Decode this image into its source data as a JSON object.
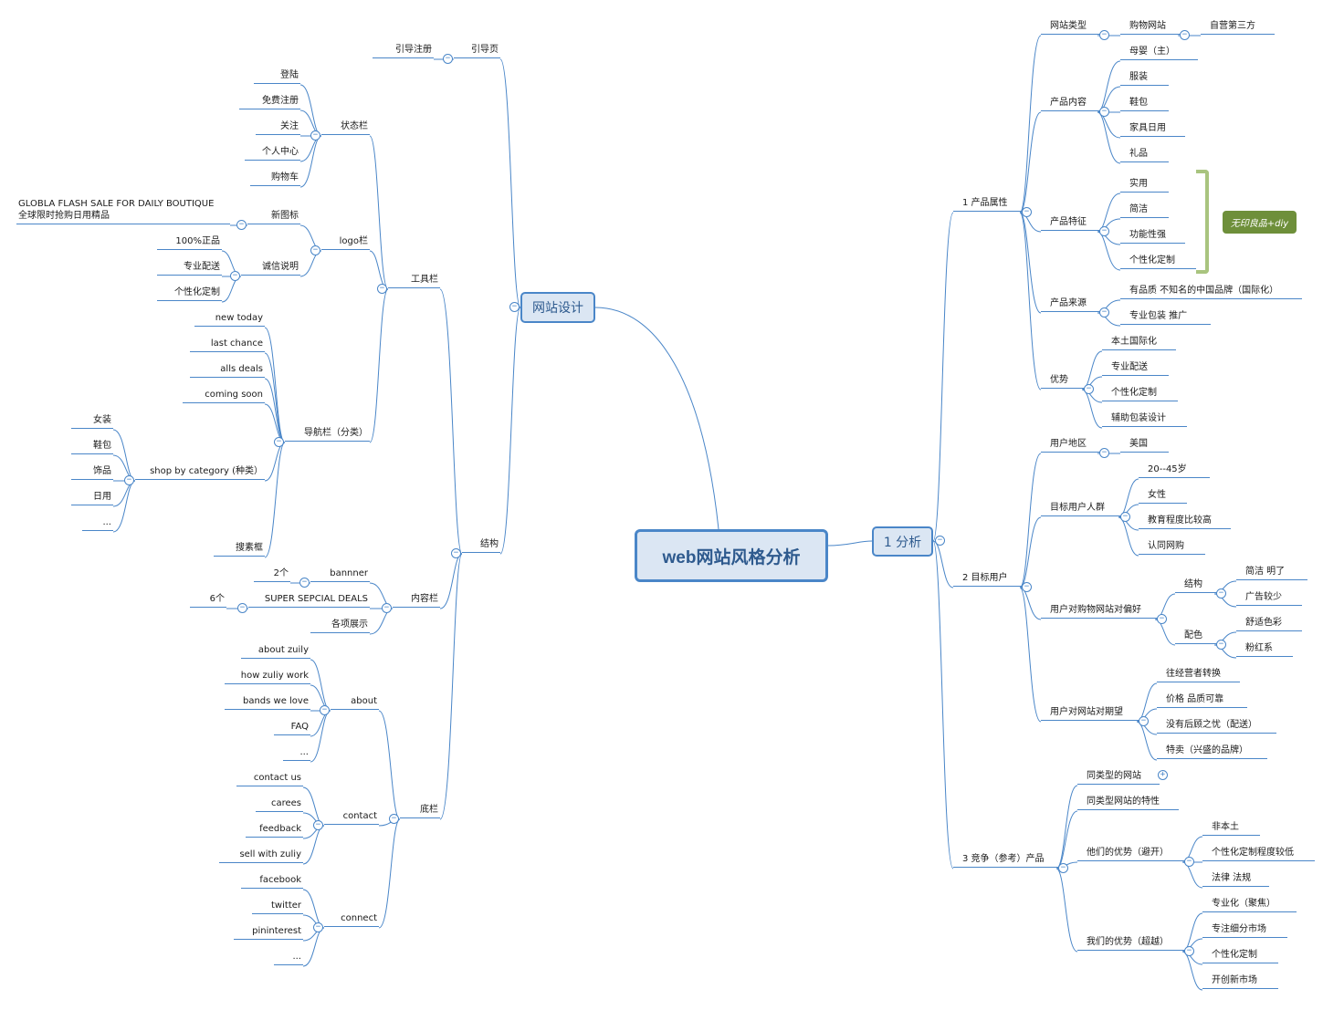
{
  "root": {
    "label": "web网站风格分析"
  },
  "topics": {
    "design": "网站设计",
    "analysis": "1 分析"
  },
  "callout": "无印良品+diy",
  "colors": {
    "line": "#4a86c8",
    "topic_fill": "#dbe6f3",
    "callout_fill": "#6e8f3a",
    "brace": "#a9c47f"
  },
  "icons": {
    "collapse": "minus-circle-icon",
    "expand": "plus-circle-icon"
  },
  "nodes": [
    {
      "id": "guide-page",
      "label": "引导页"
    },
    {
      "id": "guide-register",
      "label": "引导注册"
    },
    {
      "id": "structure",
      "label": "结构"
    },
    {
      "id": "toolbar",
      "label": "工具栏"
    },
    {
      "id": "statusbar",
      "label": "状态栏"
    },
    {
      "id": "login",
      "label": "登陆"
    },
    {
      "id": "free-register",
      "label": "免费注册"
    },
    {
      "id": "follow",
      "label": "关注"
    },
    {
      "id": "personal-center",
      "label": "个人中心"
    },
    {
      "id": "cart",
      "label": "购物车"
    },
    {
      "id": "logobar",
      "label": "logo栏"
    },
    {
      "id": "new-icon",
      "label": "新图标"
    },
    {
      "id": "flash-sale",
      "label": "GLOBLA FLASH SALE FOR DAILY BOUTIQUE\n全球限时抢购日用精品"
    },
    {
      "id": "trust",
      "label": "诚信说明"
    },
    {
      "id": "genuine",
      "label": "100%正品"
    },
    {
      "id": "delivery-l",
      "label": "专业配送"
    },
    {
      "id": "custom-l",
      "label": "个性化定制"
    },
    {
      "id": "navbar",
      "label": "导航栏（分类）"
    },
    {
      "id": "new-today",
      "label": "new today"
    },
    {
      "id": "last-chance",
      "label": "last  chance"
    },
    {
      "id": "alls-deals",
      "label": "alls  deals"
    },
    {
      "id": "coming-soon",
      "label": "coming  soon"
    },
    {
      "id": "shop-by-cat",
      "label": "shop by category (种类）"
    },
    {
      "id": "women",
      "label": "女装"
    },
    {
      "id": "shoes",
      "label": "鞋包"
    },
    {
      "id": "jewelry",
      "label": "饰品"
    },
    {
      "id": "daily",
      "label": "日用"
    },
    {
      "id": "cat-more",
      "label": "..."
    },
    {
      "id": "search-box",
      "label": "搜素框"
    },
    {
      "id": "contentbar",
      "label": "内容栏"
    },
    {
      "id": "banner",
      "label": "bannner"
    },
    {
      "id": "two",
      "label": "2个"
    },
    {
      "id": "super-deals",
      "label": "SUPER SEPCIAL DEALS"
    },
    {
      "id": "six",
      "label": "6个"
    },
    {
      "id": "displays",
      "label": "各项展示"
    },
    {
      "id": "footer",
      "label": "底栏"
    },
    {
      "id": "about",
      "label": "about"
    },
    {
      "id": "about-zuily",
      "label": "about zuily"
    },
    {
      "id": "how-zuliy",
      "label": "how zuliy work"
    },
    {
      "id": "bands",
      "label": "bands  we love"
    },
    {
      "id": "faq",
      "label": "FAQ"
    },
    {
      "id": "about-more",
      "label": "..."
    },
    {
      "id": "contact",
      "label": "contact"
    },
    {
      "id": "contact-us",
      "label": "contact us"
    },
    {
      "id": "carees",
      "label": "carees"
    },
    {
      "id": "feedback",
      "label": "feedback"
    },
    {
      "id": "sell",
      "label": "sell  with zuliy"
    },
    {
      "id": "connect",
      "label": "connect"
    },
    {
      "id": "facebook",
      "label": "facebook"
    },
    {
      "id": "twitter",
      "label": "twitter"
    },
    {
      "id": "pininterest",
      "label": "pininterest"
    },
    {
      "id": "connect-more",
      "label": "..."
    },
    {
      "id": "product-attr",
      "label": "1 产品属性"
    },
    {
      "id": "site-type",
      "label": "网站类型"
    },
    {
      "id": "shopping-site",
      "label": "购物网站"
    },
    {
      "id": "self-third",
      "label": "自营第三方"
    },
    {
      "id": "product-content",
      "label": "产品内容"
    },
    {
      "id": "baby",
      "label": "母婴（主）"
    },
    {
      "id": "clothing",
      "label": "服装"
    },
    {
      "id": "shoes-bags",
      "label": "鞋包"
    },
    {
      "id": "home",
      "label": "家具日用"
    },
    {
      "id": "gifts",
      "label": "礼品"
    },
    {
      "id": "product-feature",
      "label": "产品特征"
    },
    {
      "id": "practical",
      "label": "实用"
    },
    {
      "id": "simple",
      "label": "简洁"
    },
    {
      "id": "functional",
      "label": "功能性强"
    },
    {
      "id": "custom-r",
      "label": "个性化定制"
    },
    {
      "id": "product-source",
      "label": "产品来源"
    },
    {
      "id": "quality",
      "label": "有品质 不知名的中国品牌（国际化）"
    },
    {
      "id": "packaging",
      "label": "专业包装  推广"
    },
    {
      "id": "advantage",
      "label": "优势"
    },
    {
      "id": "local-intl",
      "label": "本土国际化"
    },
    {
      "id": "delivery-r",
      "label": "专业配送"
    },
    {
      "id": "custom-r2",
      "label": "个性化定制"
    },
    {
      "id": "pack-design",
      "label": "辅助包装设计"
    },
    {
      "id": "target-users",
      "label": "2 目标用户"
    },
    {
      "id": "user-region",
      "label": "用户地区"
    },
    {
      "id": "usa",
      "label": "美国"
    },
    {
      "id": "target-group",
      "label": "目标用户人群"
    },
    {
      "id": "age",
      "label": "20--45岁"
    },
    {
      "id": "female",
      "label": "女性"
    },
    {
      "id": "education",
      "label": "教育程度比较高"
    },
    {
      "id": "online-shop",
      "label": "认同网购"
    },
    {
      "id": "preference",
      "label": "用户对购物网站对偏好"
    },
    {
      "id": "pref-structure",
      "label": "结构"
    },
    {
      "id": "simple-clear",
      "label": "简洁  明了"
    },
    {
      "id": "few-ads",
      "label": "广告较少"
    },
    {
      "id": "pref-color",
      "label": "配色"
    },
    {
      "id": "comfortable",
      "label": "舒适色彩"
    },
    {
      "id": "pink",
      "label": "粉红系"
    },
    {
      "id": "expectation",
      "label": "用户对网站对期望"
    },
    {
      "id": "operator",
      "label": "往经营者转换"
    },
    {
      "id": "price",
      "label": "价格  品质可靠"
    },
    {
      "id": "no-worry",
      "label": "没有后顾之忧（配送）"
    },
    {
      "id": "sale",
      "label": "特卖（兴盛的品牌）"
    },
    {
      "id": "competition",
      "label": "3 竞争（参考）产品"
    },
    {
      "id": "similar-sites",
      "label": "同类型的网站"
    },
    {
      "id": "similar-features",
      "label": "同类型网站的特性"
    },
    {
      "id": "their-adv",
      "label": "他们的优势（避开）"
    },
    {
      "id": "non-local",
      "label": "非本土"
    },
    {
      "id": "low-custom",
      "label": "个性化定制程度较低"
    },
    {
      "id": "law",
      "label": "法律 法规"
    },
    {
      "id": "our-adv",
      "label": "我们的优势（超越）"
    },
    {
      "id": "specialized",
      "label": "专业化（聚焦）"
    },
    {
      "id": "niche",
      "label": "专注细分市场"
    },
    {
      "id": "custom-ours",
      "label": "个性化定制"
    },
    {
      "id": "new-market",
      "label": "开创新市场"
    }
  ]
}
